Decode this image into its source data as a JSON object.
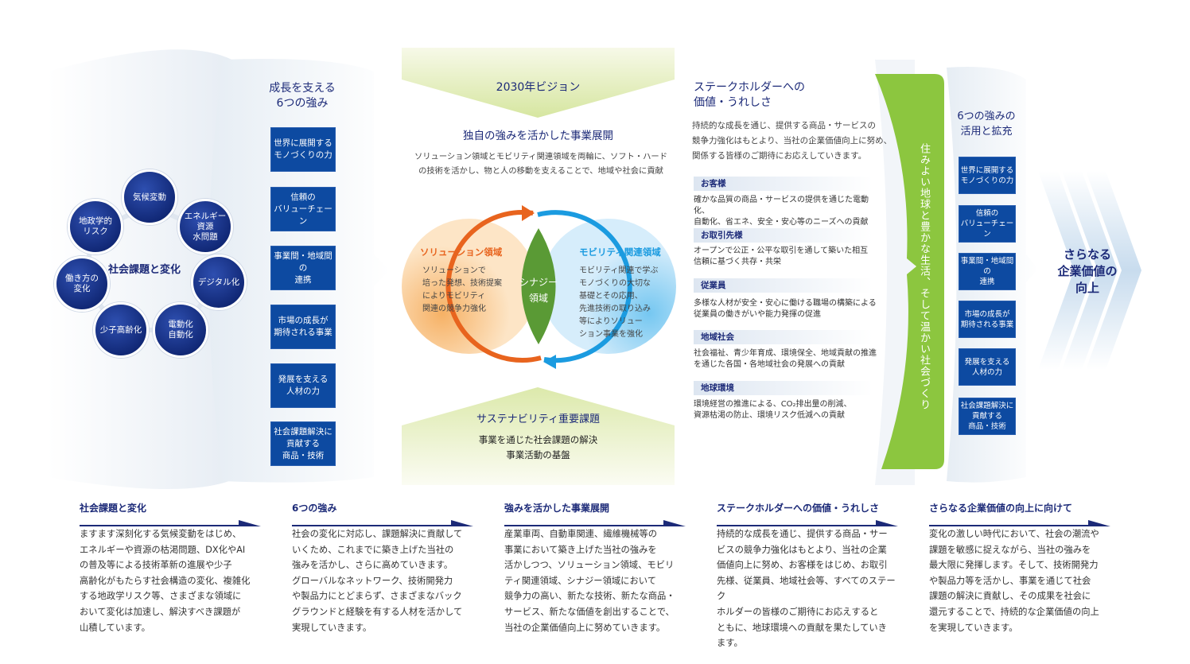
{
  "social": {
    "center": "社会課題と変化",
    "items": [
      "気候変動",
      "エネルギー\n資源\n水問題",
      "デジタル化",
      "電動化\n自動化",
      "少子高齢化",
      "働き方の\n変化",
      "地政学的\nリスク"
    ]
  },
  "strengths": {
    "title": "成長を支える\n6つの強み",
    "items": [
      "世界に展開する\nモノづくりの力",
      "信頼の\nバリューチェーン",
      "事業間・地域間の\n連携",
      "市場の成長が\n期待される事業",
      "発展を支える\n人材の力",
      "社会課題解決に\n貢献する\n商品・技術"
    ]
  },
  "center": {
    "vision": "2030年ビジョン",
    "title": "独自の強みを活かした事業展開",
    "desc": "ソリューション領域とモビリティ関連領域を両輪に、ソフト・ハード\nの技術を活かし、物と人の移動を支えることで、地域や社会に貢献",
    "solution": {
      "title": "ソリューション領域",
      "text": "ソリューションで\n培った発想、技術提案\nによりモビリティ\n関連の競争力強化"
    },
    "synergy": "シナジー\n領域",
    "mobility": {
      "title": "モビリティ関連領域",
      "text": "モビリティ関連で学ぶ\nモノづくりの大切な\n基礎とその応用、\n先進技術の取り込み\n等によりソリュー\nション事業を強化"
    },
    "sustain": {
      "title": "サステナビリティ重要課題",
      "lines": [
        "事業を通じた社会課題の解決",
        "事業活動の基盤"
      ]
    }
  },
  "stakeholder": {
    "title": "ステークホルダーへの\n価値・うれしさ",
    "desc": "持続的な成長を通じ、提供する商品・サービスの\n競争力強化はもとより、当社の企業価値向上に努め、\n関係する皆様のご期待にお応えしていきます。",
    "groups": [
      {
        "h": "お客様",
        "t": "確かな品質の商品・サービスの提供を通じた電動化、\n自動化、省エネ、安全・安心等のニーズへの貢献"
      },
      {
        "h": "お取引先様",
        "t": "オープンで公正・公平な取引を通して築いた相互\n信頼に基づく共存・共栄"
      },
      {
        "h": "従業員",
        "t": "多様な人材が安全・安心に働ける職場の構築による\n従業員の働きがいや能力発揮の促進"
      },
      {
        "h": "地域社会",
        "t": "社会福祉、青少年育成、環境保全、地域貢献の推進\nを通じた各国・各地域社会の発展への貢献"
      },
      {
        "h": "地球環境",
        "t": "環境経営の推進による、CO₂排出量の削減、\n資源枯渇の防止、環境リスク低減への貢献"
      }
    ]
  },
  "green_bar": "住みよい地球と豊かな生活、そして温かい社会づくり",
  "expand": {
    "title": "6つの強みの\n活用と拡充",
    "items": [
      "世界に展開する\nモノづくりの力",
      "信頼の\nバリューチェーン",
      "事業間・地域間の\n連携",
      "市場の成長が\n期待される事業",
      "発展を支える\n人材の力",
      "社会課題解決に\n貢献する\n商品・技術"
    ]
  },
  "value": "さらなる\n企業価値の\n向上",
  "bottom": [
    {
      "h": "社会課題と変化",
      "p": "ますます深刻化する気候変動をはじめ、\nエネルギーや資源の枯渇問題、DX化やAI\nの普及等による技術革新の進展や少子\n高齢化がもたらす社会構造の変化、複雑化\nする地政学リスク等、さまざまな領域に\nおいて変化は加速し、解決すべき課題が\n山積しています。"
    },
    {
      "h": "6つの強み",
      "p": "社会の変化に対応し、課題解決に貢献して\nいくため、これまでに築き上げた当社の\n強みを活かし、さらに高めていきます。\nグローバルなネットワーク、技術開発力\nや製品力にとどまらず、さまざまなバック\nグラウンドと経験を有する人材を活かして\n実現していきます。"
    },
    {
      "h": "強みを活かした事業展開",
      "p": "産業車両、自動車関連、繊維機械等の\n事業において築き上げた当社の強みを\n活かしつつ、ソリューション領域、モビリ\nティ関連領域、シナジー領域において\n競争力の高い、新たな技術、新たな商品・\nサービス、新たな価値を創出することで、\n当社の企業価値向上に努めていきます。"
    },
    {
      "h": "ステークホルダーへの価値・うれしさ",
      "p": "持続的な成長を通じ、提供する商品・サー\nビスの競争力強化はもとより、当社の企業\n価値向上に努め、お客様をはじめ、お取引\n先様、従業員、地域社会等、すべてのステーク\nホルダーの皆様のご期待にお応えすると\nともに、地球環境への貢献を果たしていき\nます。"
    },
    {
      "h": "さらなる企業価値の向上に向けて",
      "p": "変化の激しい時代において、社会の潮流や\n課題を敏感に捉えながら、当社の強みを\n最大限に発揮します。そして、技術開発力\nや製品力等を活かし、事業を通じて社会\n課題の解決に貢献し、その成果を社会に\n還元することで、持続的な企業価値の向上\nを実現していきます。"
    }
  ],
  "colors": {
    "navy": "#1c2a78",
    "box": "#0d4aa1",
    "green": "#8cc63f",
    "orange": "#e8641e",
    "blue": "#1b9be0"
  }
}
